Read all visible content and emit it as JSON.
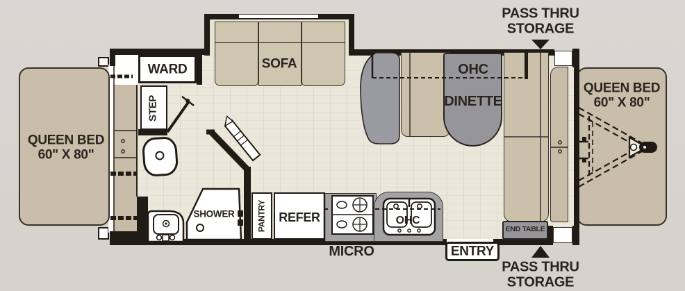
{
  "labels": {
    "bed_line1": "QUEEN BED",
    "bed_line2": "60\" X 80\"",
    "ward": "WARD",
    "step": "STEP",
    "sofa": "SOFA",
    "shower": "SHOWER",
    "pantry": "PANTRY",
    "refer": "REFER",
    "micro": "MICRO",
    "ohc_kitchen": "OHC",
    "ohc_dinette": "OHC",
    "dinette": "DINETTE",
    "entry": "ENTRY",
    "end_table": "END TABLE",
    "pass_thru_line1": "PASS THRU",
    "pass_thru_line2": "STORAGE"
  },
  "colors": {
    "background": "#d8d4cf",
    "floor": "#ebe7da",
    "wall": "#211b15",
    "furniture_tan": "#cbc1ab",
    "furniture_gray": "#96969a",
    "fixture_white": "#ffffff",
    "text": "#2a2420"
  },
  "icons": {
    "pass_thru_arrow_top": "down-arrow",
    "pass_thru_arrow_bottom": "up-arrow",
    "hitch": "trailer-tongue-coupler",
    "toilet": "toilet",
    "shower": "neo-angle-shower",
    "bath_sink": "vanity-sink",
    "kitchen_sink": "double-bowl-sink",
    "stove": "four-burner-cooktop"
  }
}
